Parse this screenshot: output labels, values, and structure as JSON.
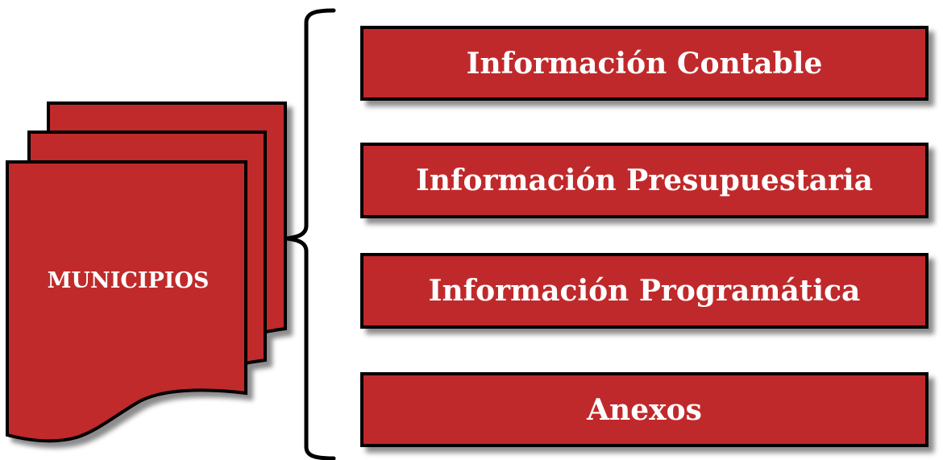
{
  "diagram": {
    "source_label": "MUNICIPIOS",
    "categories": [
      {
        "label": "Información Contable"
      },
      {
        "label": "Información Presupuestaria"
      },
      {
        "label": "Información Programática"
      },
      {
        "label": "Anexos"
      }
    ],
    "colors": {
      "fill": "#c0292b",
      "outline": "#000000",
      "text": "#ffffff"
    },
    "icons": {
      "source_shape": "multi-document-icon",
      "connector": "curly-brace-icon"
    }
  }
}
